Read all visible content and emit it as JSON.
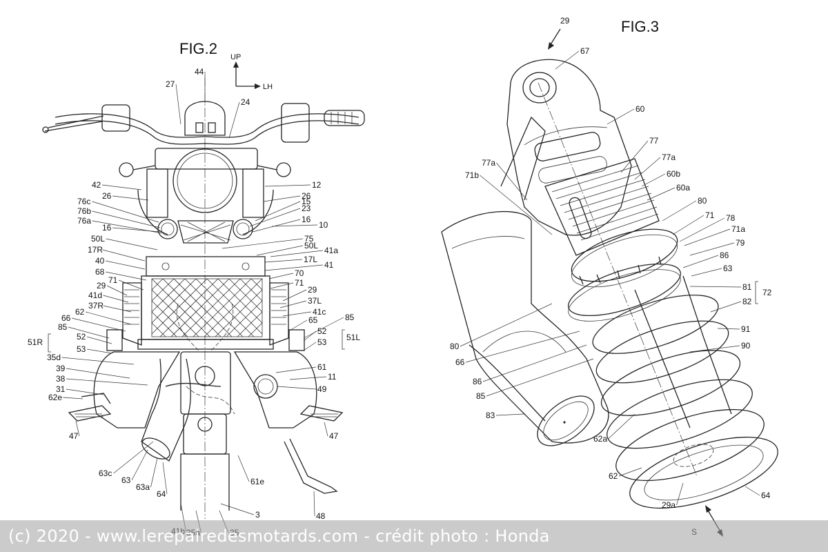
{
  "fig2": {
    "title": "FIG.2",
    "axis_up": "UP",
    "axis_lh": "LH",
    "labels": [
      "44",
      "27",
      "24",
      "42",
      "26",
      "12",
      "26",
      "15",
      "76c",
      "76b",
      "76a",
      "23",
      "16",
      "16",
      "10",
      "50L",
      "75",
      "50L",
      "41a",
      "17R",
      "17L",
      "40",
      "41",
      "68",
      "70",
      "29",
      "71",
      "71",
      "41d",
      "29",
      "37R",
      "37L",
      "41c",
      "62",
      "65",
      "66",
      "85",
      "85",
      "52",
      "52",
      "51R",
      "51L",
      "53",
      "53",
      "35d",
      "61",
      "39",
      "11",
      "38",
      "31",
      "49",
      "62e",
      "47",
      "47",
      "63c",
      "63",
      "63a",
      "64",
      "61e",
      "48",
      "41b",
      "35a",
      "35",
      "3"
    ]
  },
  "fig3": {
    "title": "FIG.3",
    "labels": [
      "29",
      "67",
      "60",
      "77",
      "77a",
      "77a",
      "71b",
      "60b",
      "60a",
      "80",
      "71",
      "78",
      "71a",
      "79",
      "86",
      "63",
      "81",
      "72",
      "82",
      "91",
      "80",
      "90",
      "66",
      "86",
      "85",
      "83",
      "62a",
      "62",
      "29a",
      "64",
      "S"
    ]
  },
  "watermark": "(c) 2020 - www.lerepairedesmotards.com - crédit photo : Honda"
}
